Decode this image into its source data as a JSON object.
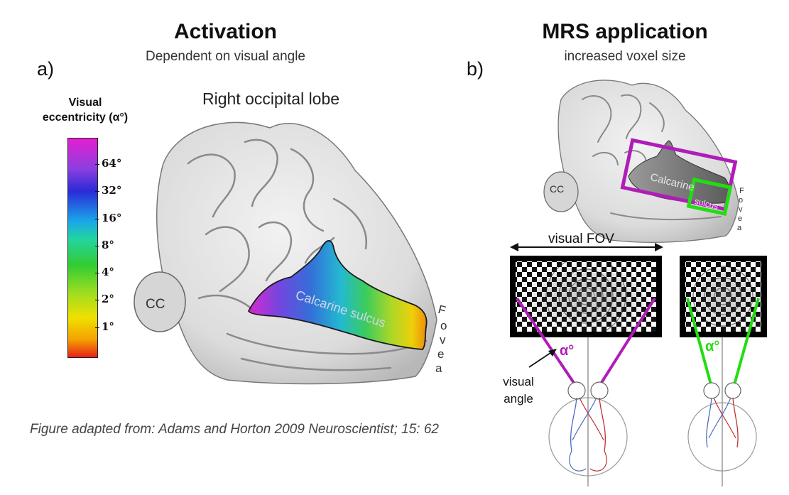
{
  "panel_a": {
    "label": "a)",
    "title": "Activation",
    "subtitle": "Dependent on visual angle",
    "colorbar": {
      "title_line1": "Visual",
      "title_line2": "eccentricity (α°)",
      "ticks": [
        "64°",
        "32°",
        "16°",
        "8°",
        "4°",
        "2°",
        "1°"
      ],
      "colors": [
        "#e41fcf",
        "#8b3fe0",
        "#2a2ad8",
        "#1aa8e8",
        "#22d4a0",
        "#33cc33",
        "#99dd22",
        "#f0e000",
        "#f5a000",
        "#e8201a"
      ]
    },
    "brain_title": "Right occipital lobe",
    "cc_label": "CC",
    "sulcus_label": "Calcarine sulcus",
    "fovea_letters": [
      "F",
      "o",
      "v",
      "e",
      "a"
    ],
    "caption": "Figure adapted from: Adams and Horton 2009 Neuroscientist; 15: 62"
  },
  "panel_b": {
    "label": "b)",
    "title": "MRS application",
    "subtitle": "increased voxel size",
    "cc_label": "CC",
    "sulcus_word1": "Calcarine",
    "sulcus_word2": "sulcus",
    "fovea_letters": [
      "F",
      "o",
      "v",
      "e",
      "a"
    ],
    "fov_label": "visual FOV",
    "alpha_left": "α°",
    "alpha_right": "α°",
    "angle_label_line1": "visual",
    "angle_label_line2": "angle",
    "colors": {
      "large_voxel": "#b01cb8",
      "small_voxel": "#22dd11"
    }
  }
}
